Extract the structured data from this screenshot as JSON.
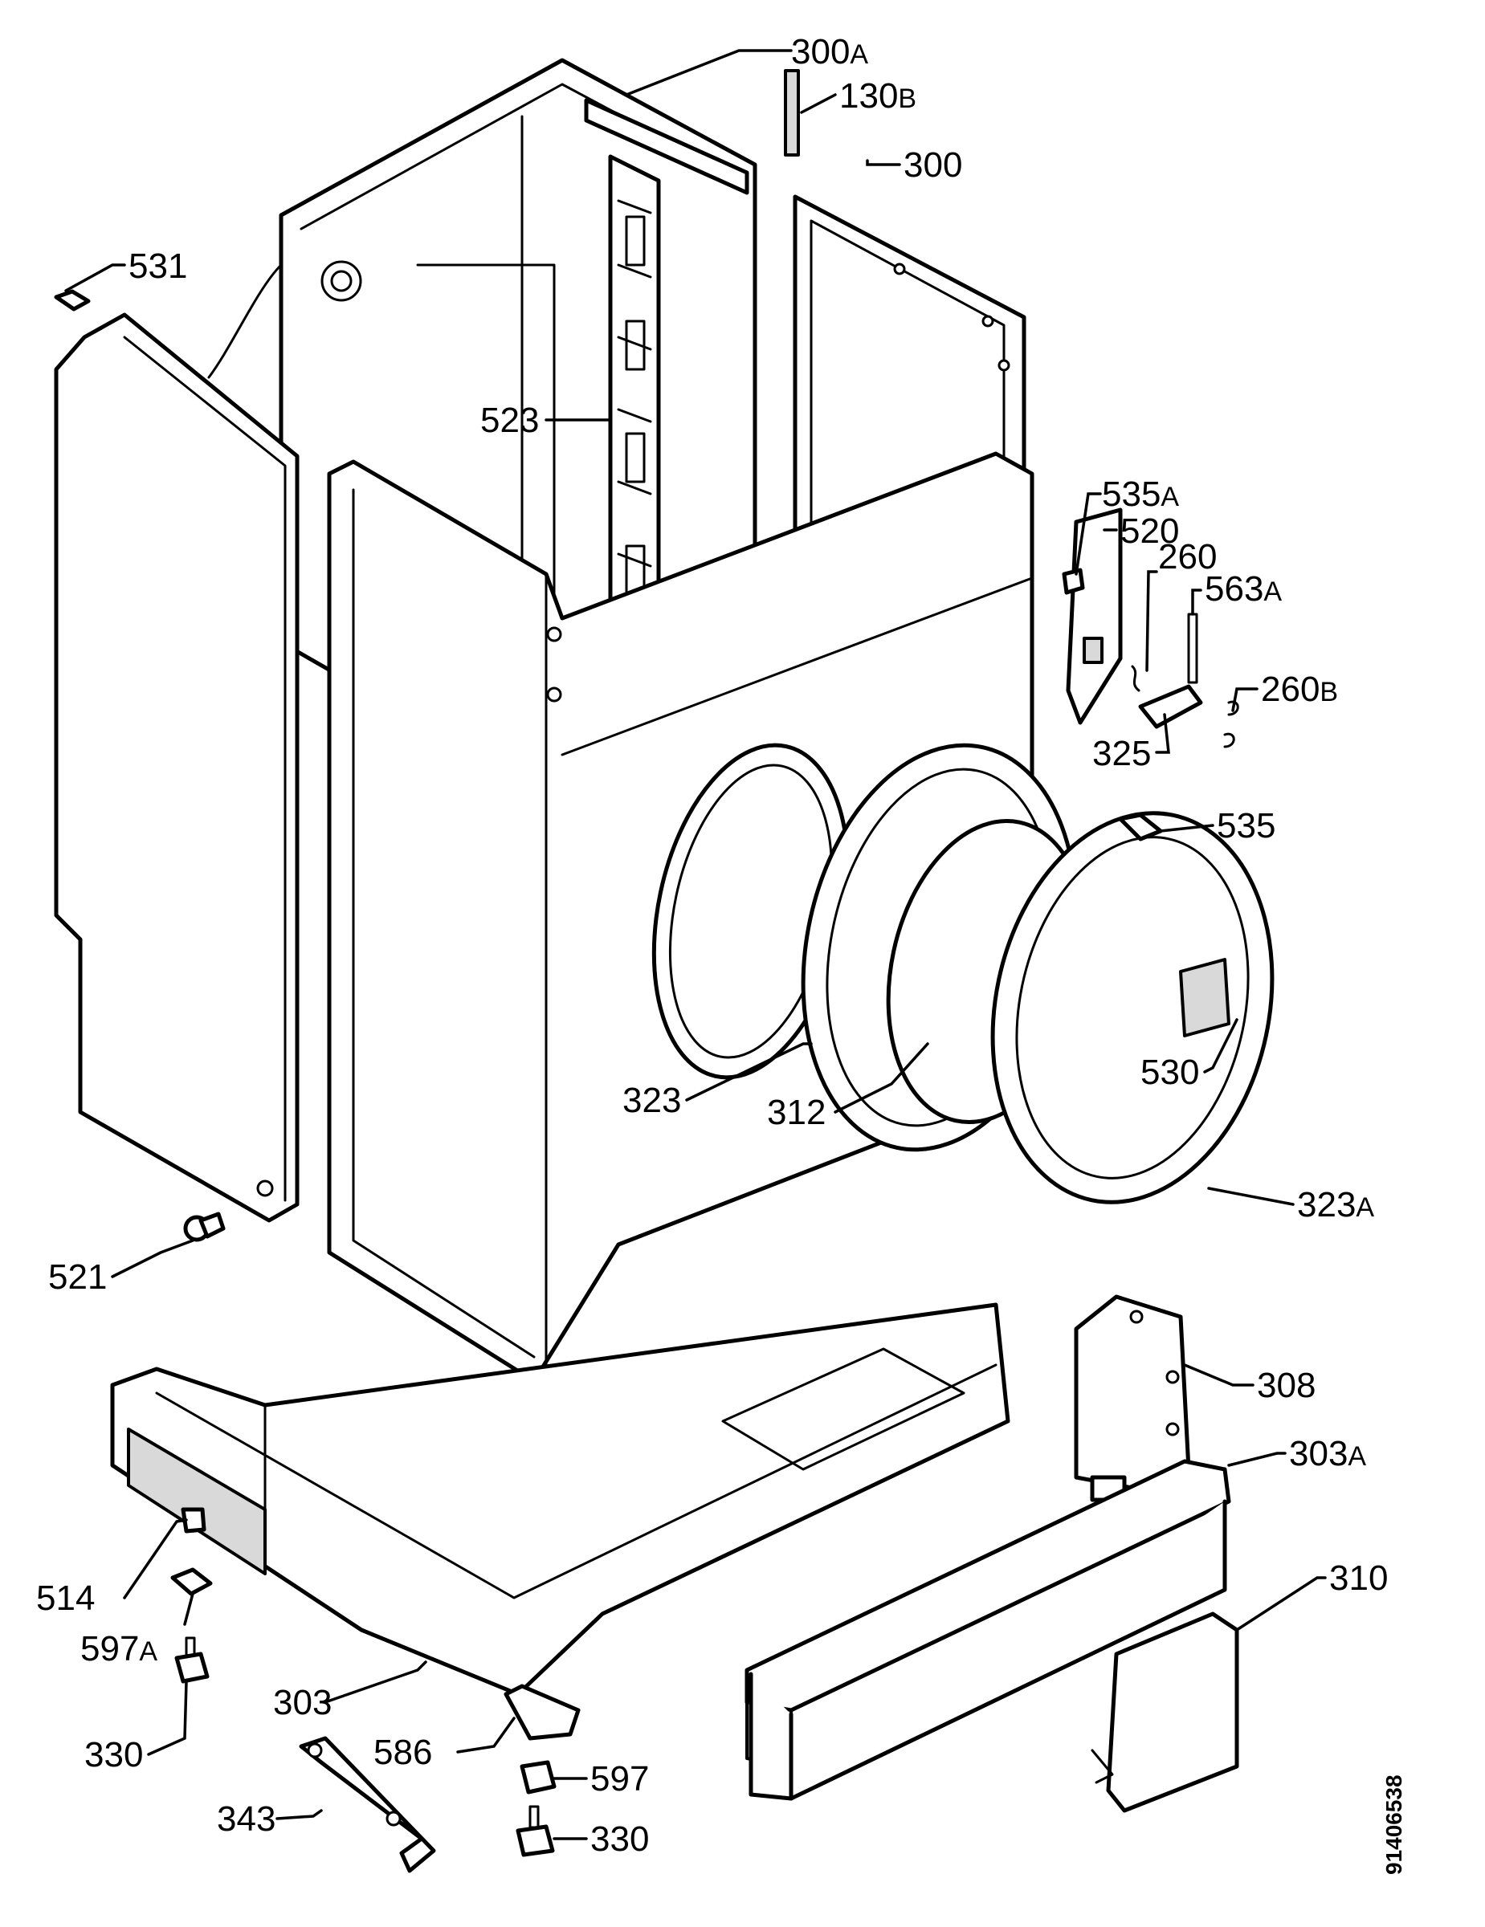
{
  "document_number": "91406538",
  "callouts": [
    {
      "id": "c300a",
      "num": "300",
      "sfx": "A"
    },
    {
      "id": "c130b",
      "num": "130",
      "sfx": "B"
    },
    {
      "id": "c300",
      "num": "300",
      "sfx": ""
    },
    {
      "id": "c531",
      "num": "531",
      "sfx": ""
    },
    {
      "id": "c523",
      "num": "523",
      "sfx": ""
    },
    {
      "id": "c535a",
      "num": "535",
      "sfx": "A"
    },
    {
      "id": "c520",
      "num": "520",
      "sfx": ""
    },
    {
      "id": "c260",
      "num": "260",
      "sfx": ""
    },
    {
      "id": "c563a",
      "num": "563",
      "sfx": "A"
    },
    {
      "id": "c260b",
      "num": "260",
      "sfx": "B"
    },
    {
      "id": "c325",
      "num": "325",
      "sfx": ""
    },
    {
      "id": "c535",
      "num": "535",
      "sfx": ""
    },
    {
      "id": "c323",
      "num": "323",
      "sfx": ""
    },
    {
      "id": "c312",
      "num": "312",
      "sfx": ""
    },
    {
      "id": "c530",
      "num": "530",
      "sfx": ""
    },
    {
      "id": "c323a",
      "num": "323",
      "sfx": "A"
    },
    {
      "id": "c521",
      "num": "521",
      "sfx": ""
    },
    {
      "id": "c308",
      "num": "308",
      "sfx": ""
    },
    {
      "id": "c303a",
      "num": "303",
      "sfx": "A"
    },
    {
      "id": "c310",
      "num": "310",
      "sfx": ""
    },
    {
      "id": "c514",
      "num": "514",
      "sfx": ""
    },
    {
      "id": "c597a",
      "num": "597",
      "sfx": "A"
    },
    {
      "id": "c303",
      "num": "303",
      "sfx": ""
    },
    {
      "id": "c586",
      "num": "586",
      "sfx": ""
    },
    {
      "id": "c330l",
      "num": "330",
      "sfx": ""
    },
    {
      "id": "c597",
      "num": "597",
      "sfx": ""
    },
    {
      "id": "c343",
      "num": "343",
      "sfx": ""
    },
    {
      "id": "c330r",
      "num": "330",
      "sfx": ""
    }
  ]
}
